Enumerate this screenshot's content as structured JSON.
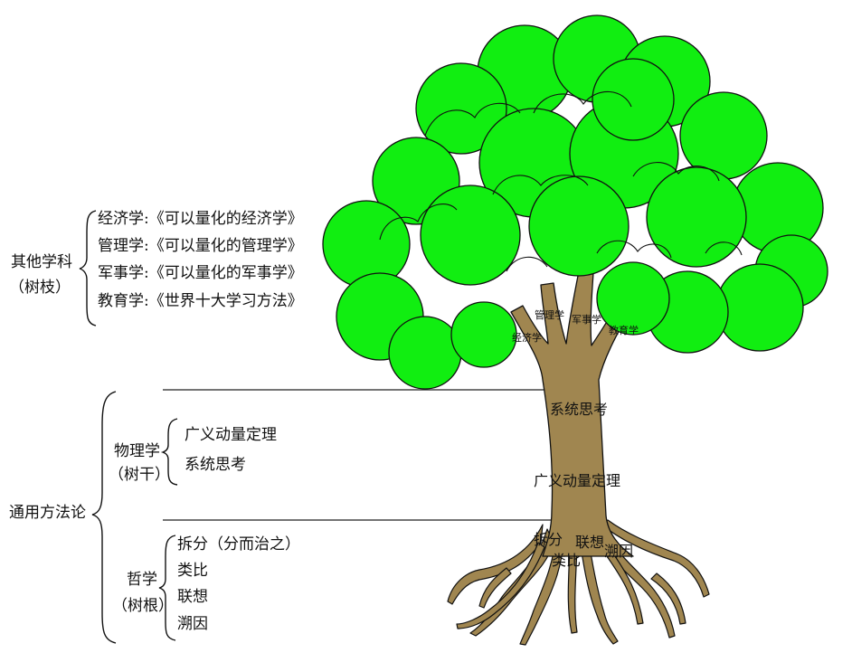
{
  "left_panel": {
    "branches_group": {
      "title": "其他学科",
      "subtitle": "（树枝）",
      "items": [
        "经济学:《可以量化的经济学》",
        "管理学:《可以量化的管理学》",
        "军事学:《可以量化的军事学》",
        "教育学:《世界十大学习方法》"
      ]
    },
    "general_group": {
      "title": "通用方法论",
      "physics": {
        "title": "物理学",
        "subtitle": "（树干）",
        "items": [
          "广义动量定理",
          "系统思考"
        ]
      },
      "philosophy": {
        "title": "哲学",
        "subtitle": "（树根）",
        "items": [
          "拆分（分而治之）",
          "类比",
          "联想",
          "溯因"
        ]
      }
    }
  },
  "tree_labels": {
    "branches": [
      "经济学",
      "管理学",
      "军事学",
      "教育学"
    ],
    "trunk": [
      "系统思考",
      "广义动量定理"
    ],
    "roots": [
      "拆分",
      "联想",
      "类比",
      "溯因"
    ]
  },
  "colors": {
    "canopy": "#11ee11",
    "trunk": "#a08650",
    "outline": "#111111"
  }
}
